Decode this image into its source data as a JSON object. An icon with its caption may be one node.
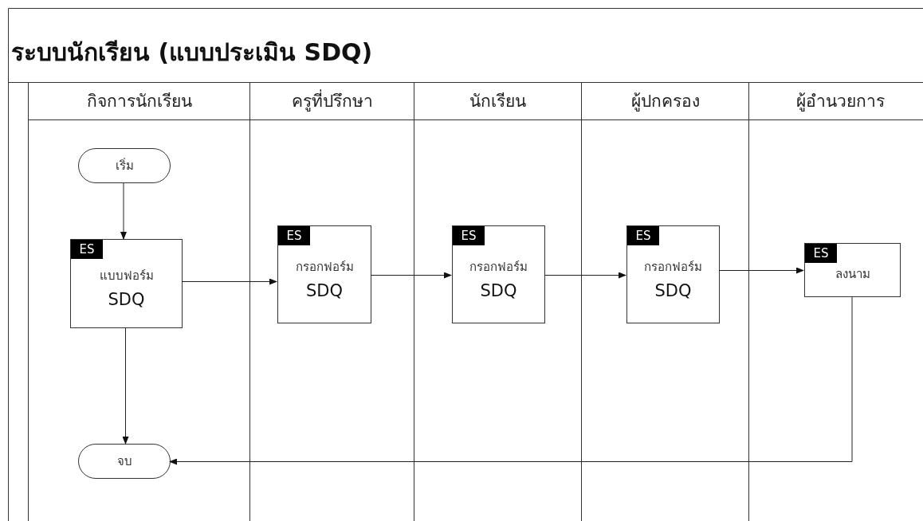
{
  "diagram": {
    "title": "ระบบนักเรียน (แบบประเมิน SDQ)",
    "nodes": [
      {
        "text": [
          "กิจการนักเรียน"
        ]
      },
      {
        "text": [
          "เริ่ม"
        ],
        "in": 0
      },
      {
        "text": [
          "แบบฟอร์ม",
          "SDQ"
        ],
        "in": 0
      },
      {
        "text": [
          "ES"
        ],
        "in": 2
      },
      {
        "text": [
          "จบ"
        ],
        "in": 0
      },
      {
        "text": [
          "ครูที่ปรึกษา"
        ]
      },
      {
        "text": [
          "กรอกฟอร์ม",
          "SDQ"
        ],
        "in": 5
      },
      {
        "text": [
          "ES"
        ],
        "in": 6
      },
      {
        "text": [
          "นักเรียน"
        ]
      },
      {
        "text": [
          "กรอกฟอร์ม",
          "SDQ"
        ],
        "in": 8
      },
      {
        "text": [
          "ES"
        ],
        "in": 9
      },
      {
        "text": [
          "ผู้ปกครอง"
        ]
      },
      {
        "text": [
          "กรอกฟอร์ม",
          "SDQ"
        ],
        "in": 11
      },
      {
        "text": [
          "ES"
        ],
        "in": 12
      },
      {
        "text": [
          "ผู้อำนวยการ"
        ]
      },
      {
        "text": [
          "ลงนาม"
        ],
        "in": 14
      },
      {
        "text": [
          "ES"
        ],
        "in": 15
      }
    ],
    "edges": [
      {
        "from": 1,
        "to": 2,
        "arrow": "to"
      },
      {
        "from": 2,
        "to": 6,
        "arrow": "to"
      },
      {
        "from": 6,
        "to": 9,
        "arrow": "to"
      },
      {
        "from": 9,
        "to": 12,
        "arrow": "to"
      },
      {
        "from": 12,
        "to": 15,
        "arrow": "to"
      },
      {
        "from": 15,
        "to": 4,
        "arrow": "to"
      },
      {
        "from": 2,
        "to": 4,
        "arrow": "to"
      }
    ]
  }
}
